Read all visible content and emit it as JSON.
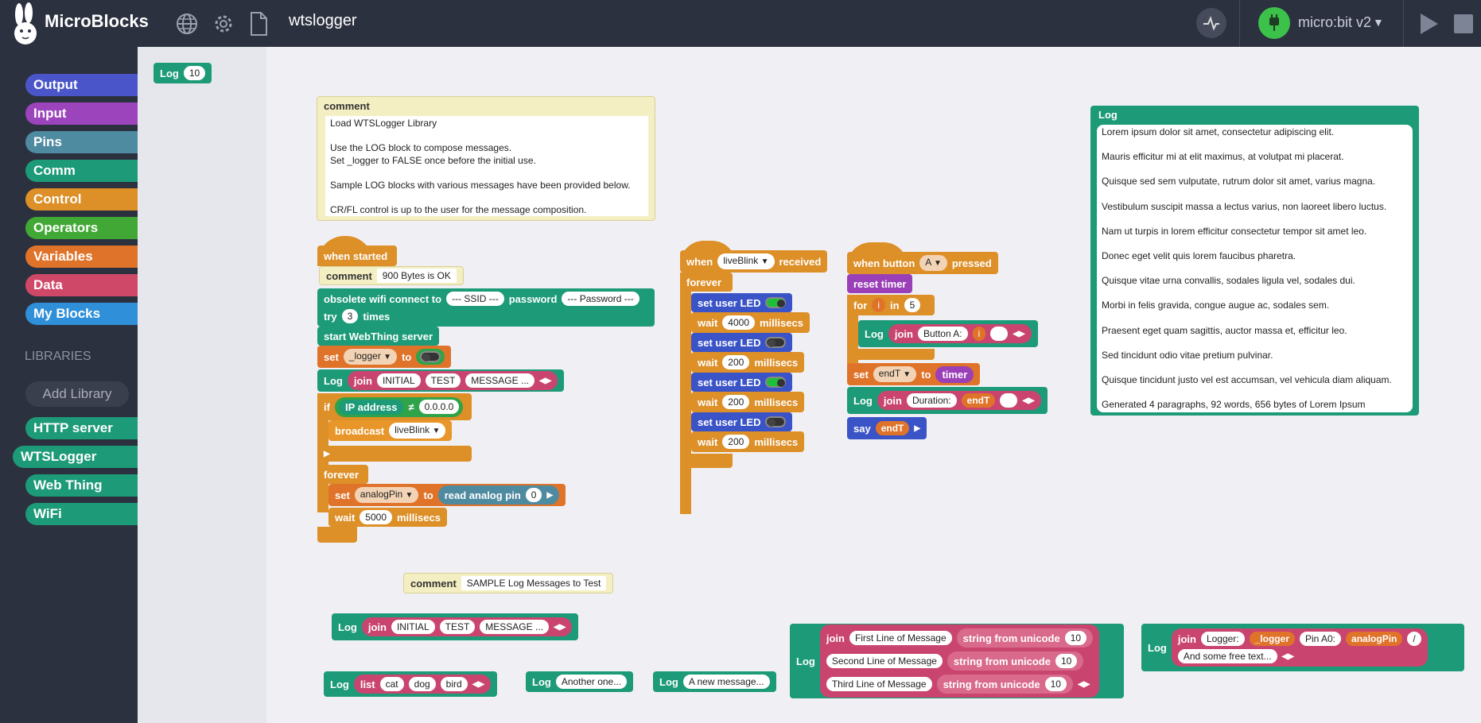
{
  "app": {
    "name": "MicroBlocks",
    "project": "wtslogger",
    "board": "micro:bit v2"
  },
  "categories": [
    "Output",
    "Input",
    "Pins",
    "Comm",
    "Control",
    "Operators",
    "Variables",
    "Data",
    "My Blocks"
  ],
  "libraries_title": "LIBRARIES",
  "add_library": "Add Library",
  "libraries": [
    "HTTP server",
    "WTSLogger",
    "Web Thing",
    "WiFi"
  ],
  "palette": {
    "log_label": "Log",
    "log_value": "10"
  },
  "comment_top": {
    "title": "comment",
    "lines": [
      "Load WTSLogger Library",
      "",
      "Use the LOG block to compose messages.",
      "Set _logger to FALSE once before the initial use.",
      "",
      "Sample LOG blocks with various messages have been provided below.",
      "",
      "CR/FL control is up to the user for the message composition."
    ]
  },
  "script1": {
    "when_started": "when started",
    "comment_label": "comment",
    "comment_value": "900 Bytes is OK",
    "wifi_label": "obsolete wifi connect to",
    "ssid": "--- SSID ---",
    "password_label": "password",
    "password": "--- Password ---",
    "try_label": "try",
    "try_value": "3",
    "times_label": "times",
    "webthing": "start WebThing server",
    "set_label": "set",
    "logger_var": "_logger",
    "to_label": "to",
    "log_label": "Log",
    "join_label": "join",
    "j1": "INITIAL",
    "j2": "TEST",
    "j3": "MESSAGE ...",
    "if_label": "if",
    "ip_label": "IP address",
    "neq": "≠",
    "ip_value": "0.0.0.0",
    "broadcast_label": "broadcast",
    "broadcast_value": "liveBlink",
    "forever_label": "forever",
    "set2_label": "set",
    "analog_var": "analogPin",
    "to2_label": "to",
    "read_label": "read analog pin",
    "pin_value": "0",
    "wait_label": "wait",
    "wait_value": "5000",
    "millisecs": "millisecs"
  },
  "script2": {
    "when_label": "when",
    "msg": "liveBlink",
    "received": "received",
    "forever": "forever",
    "setled": "set user LED",
    "wait": "wait",
    "millisecs": "millisecs",
    "w1": "4000",
    "w2": "200",
    "w3": "200",
    "w4": "200"
  },
  "script3": {
    "when_button": "when button",
    "button": "A",
    "pressed": "pressed",
    "reset": "reset timer",
    "for_label": "for",
    "for_var": "i",
    "in_label": "in",
    "for_value": "5",
    "log_label": "Log",
    "join_label": "join",
    "btn_text": "Button A:",
    "i_var": "i",
    "set_label": "set",
    "endT": "endT",
    "to_label": "to",
    "timer": "timer",
    "log2_label": "Log",
    "join2_label": "join",
    "duration": "Duration:",
    "endT2": "endT",
    "say": "say",
    "endT3": "endT"
  },
  "log_panel": {
    "title": "Log",
    "lines": [
      "Lorem ipsum dolor sit amet, consectetur adipiscing elit.",
      "Mauris efficitur mi at elit maximus, at volutpat mi placerat.",
      "Quisque sed sem vulputate, rutrum dolor sit amet, varius magna.",
      "Vestibulum suscipit massa a lectus varius, non laoreet libero luctus.",
      "Nam ut turpis in lorem efficitur consectetur tempor sit amet leo.",
      "Donec eget velit quis lorem faucibus pharetra.",
      "Quisque vitae urna convallis, sodales ligula vel, sodales dui.",
      "Morbi in felis gravida, congue augue ac, sodales sem.",
      "Praesent eget quam sagittis, auctor massa et, efficitur leo.",
      "Sed tincidunt odio vitae pretium pulvinar.",
      "Quisque tincidunt justo vel est accumsan, vel vehicula diam aliquam.",
      "Generated 4 paragraphs, 92 words, 656 bytes of Lorem Ipsum"
    ]
  },
  "comment_sample": {
    "label": "comment",
    "value": "SAMPLE Log Messages to Test"
  },
  "samples": {
    "log1": {
      "log": "Log",
      "join": "join",
      "a": "INITIAL",
      "b": "TEST",
      "c": "MESSAGE ..."
    },
    "log2": {
      "log": "Log",
      "list": "list",
      "a": "cat",
      "b": "dog",
      "c": "bird"
    },
    "log3": {
      "log": "Log",
      "value": "Another one..."
    },
    "log4": {
      "log": "Log",
      "value": "A new message..."
    },
    "log5": {
      "log": "Log",
      "join": "join",
      "a": "First Line of Message",
      "b": "Second Line of Message",
      "c": "Third Line of Message",
      "sfu": "string from unicode",
      "n": "10"
    },
    "log6": {
      "log": "Log",
      "join": "join",
      "a": "Logger:",
      "b": "_logger",
      "c": "Pin A0:",
      "d": "analogPin",
      "e": "/",
      "f": "And some free text..."
    }
  }
}
